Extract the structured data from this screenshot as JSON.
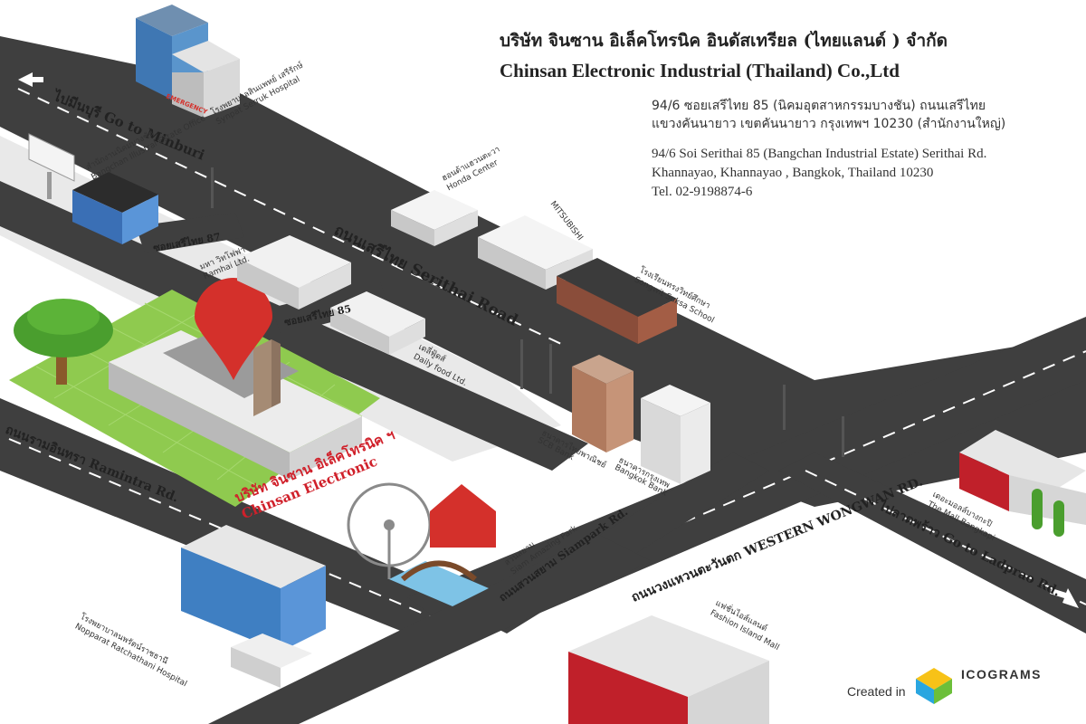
{
  "header": {
    "company_th": "บริษัท จินซาน อิเล็คโทรนิค อินดัสเทรียล (ไทยแลนด์ ) จำกัด",
    "company_en": "Chinsan Electronic Industrial (Thailand) Co.,Ltd",
    "address_th_1": "94/6 ซอยเสรีไทย 85 (นิคมอุตสาหกรรมบางชัน) ถนนเสรีไทย",
    "address_th_2": "แขวงคันนายาว เขตคันนายาว กรุงเทพฯ 10230 (สำนักงานใหญ่)",
    "address_en_1": "94/6 Soi Serithai 85 (Bangchan Industrial Estate) Serithai Rd.",
    "address_en_2": "Khannayao, Khannayao , Bangkok, Thailand 10230",
    "phone": "Tel. 02-9198874-6"
  },
  "roads": {
    "to_minburi": "ไปมีนบุรี Go to Minburi",
    "serithai": "ถนนเสรีไทย Serithai Road",
    "soi87": "ซอยเสรีไทย 87",
    "soi85": "ซอยเสรีไทย 85",
    "ramintra": "ถนนรามอินทรา Ramintra Rd.",
    "siampark": "ถนนสวนสยาม Siampark Rd.",
    "western": "ถนนวงแหวนตะวันตก WESTERN WONGWAN RD.",
    "to_ladprao": "ไปลาดพร้าว Go to Ladprao Rd."
  },
  "places": {
    "synpat_th": "โรงพยาบาลสินแพทย์ เสรีรักษ์",
    "synpat_en": "Synpat Serruk Hospital",
    "estate_th": "สำนักงานนิคมบางชัน",
    "estate_en": "Bangchan Illustral Estate Office",
    "honda_th": "ฮอนด้าแฮวนตะวา",
    "honda_en": "Honda Center",
    "mitsubishi": "MITSUBISHI",
    "songwit_th": "โรงเรียนทรงวิทย์ศึกษา",
    "songwit_en": "Songwit Suksa School",
    "ramaii_th": "มหา วิทโฟฟา",
    "ramaii_en": "Ramhai Ltd.",
    "dailyfood_th": "เดลี่ฟู้ดส์",
    "dailyfood_en": "Daily food Ltd.",
    "chinsan_th": "บริษัท จินซาน อิเล็คโทรนิค ฯ",
    "chinsan_en": "Chinsan Electronic",
    "scb_th": "ธนาคารไทยพาณิชย์",
    "scb_en": "SCB Bank",
    "bbl_th": "ธนาคารกรุงเทพ",
    "bbl_en": "Bangkok Bank",
    "mall_th": "เดอะมอลล์บางกะปิ",
    "mall_en": "The Mall Bangkapi",
    "siam_th": "สวนสยาม",
    "siam_en": "Siam Amazing Park",
    "hospital_th": "โรงพยาบาลนพรัตน์ราชธานี",
    "hospital_en": "Nopparat Ratchathani Hospital",
    "fashion_th": "แฟชั่นไอส์แลนด์",
    "fashion_en": "Fashion Island Mall",
    "emergency": "EMERGENCY"
  },
  "credit": {
    "created_in": "Created in",
    "brand": "ICOGRAMS"
  },
  "colors": {
    "road": "#3f3f3f",
    "pin": "#d4302b",
    "grass": "#8fca4f",
    "building": "#e4e4e4"
  },
  "icons": [
    "map-pin-icon",
    "arrow-left-icon",
    "arrow-right-icon",
    "icograms-logo"
  ]
}
